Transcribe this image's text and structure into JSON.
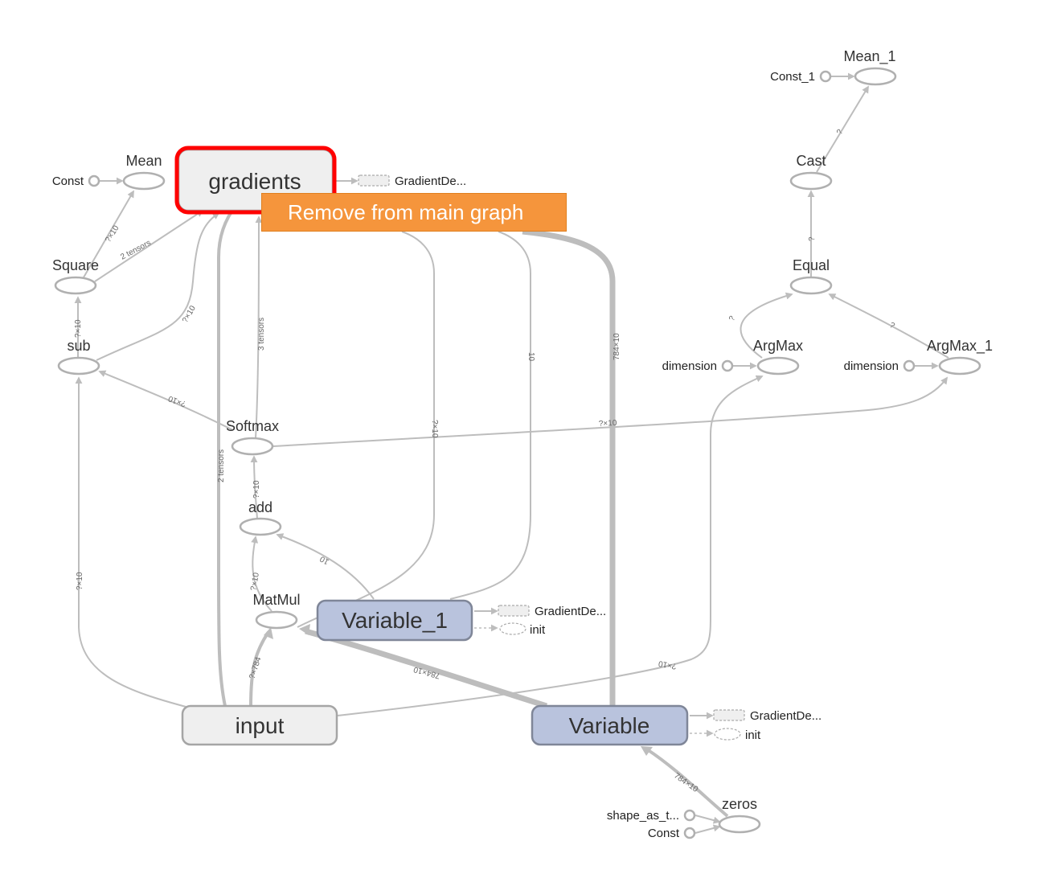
{
  "nodes": {
    "gradients": "gradients",
    "mean": "Mean",
    "const_mean": "Const",
    "square": "Square",
    "sub": "sub",
    "softmax": "Softmax",
    "add": "add",
    "matmul": "MatMul",
    "variable_1": "Variable_1",
    "input": "input",
    "variable": "Variable",
    "zeros": "zeros",
    "shape_as_t": "shape_as_t...",
    "const_zeros": "Const",
    "mean_1": "Mean_1",
    "const_1": "Const_1",
    "cast": "Cast",
    "equal": "Equal",
    "argmax": "ArgMax",
    "argmax_1": "ArgMax_1",
    "dimension_a": "dimension",
    "dimension_b": "dimension"
  },
  "aux": {
    "gradients_out": "GradientDe...",
    "variable_1_out": "GradientDe...",
    "variable_1_init": "init",
    "variable_out": "GradientDe...",
    "variable_init": "init"
  },
  "context_menu": {
    "remove_label": "Remove from main graph"
  },
  "edge_labels": {
    "square_mean": "?×10",
    "square_gradients": "2 tensors",
    "sub_square": "?×10",
    "sub_gradients": "?×10",
    "softmax_gradients": "3 tensors",
    "softmax_sub": "?×10",
    "softmax_argmax1": "?×10",
    "add_softmax": "?×10",
    "matmul_add": "?×10",
    "variable1_add": "10",
    "variable1_gradients_a": "?×10",
    "variable1_gradients_b": "10",
    "variable_gradients": "784×10",
    "variable_matmul": "784×10",
    "input_matmul": "?×784",
    "input_gradients": "2 tensors",
    "input_sub": "?×10",
    "input_argmax": "?×10",
    "zeros_variable": "784×10",
    "cast_mean1": "?",
    "equal_cast": "?",
    "argmax_equal": "?",
    "argmax1_equal": "?"
  }
}
